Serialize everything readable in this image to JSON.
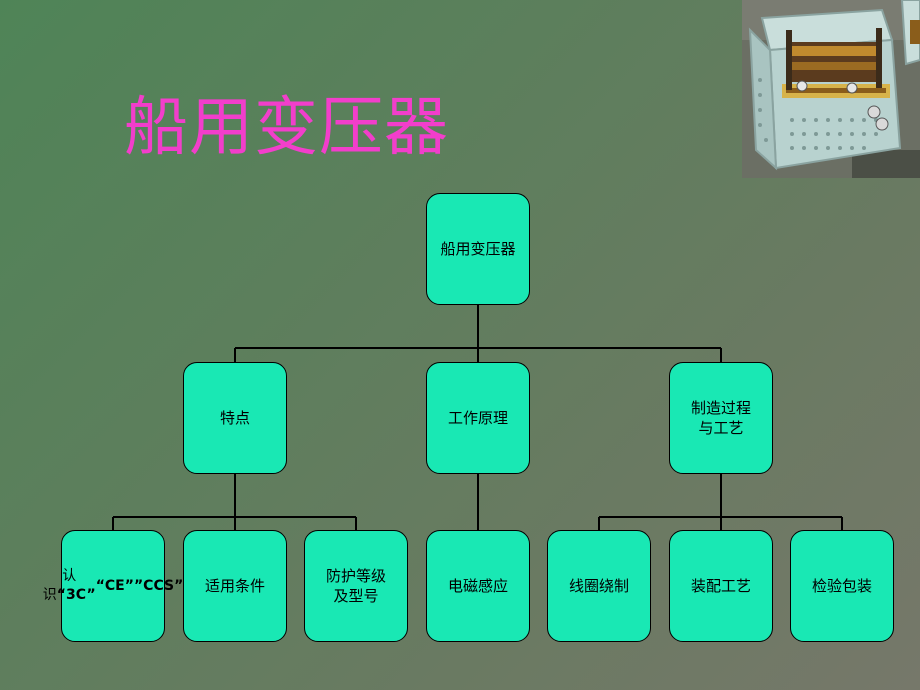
{
  "slide": {
    "title": "船用变压器"
  },
  "colors": {
    "title": "#f23ecb",
    "node_fill": "#19e8b4",
    "node_border": "#000000",
    "connector": "#000000"
  },
  "photo": {
    "icon": "transformer-photo"
  },
  "tree": {
    "root": "船用变压器",
    "level1": {
      "features": "特点",
      "principle": "工作原理",
      "process": "制造过程\n与工艺"
    },
    "level2": {
      "certification": "认识“3C”\n“CE””CCS”",
      "conditions": "适用条件",
      "protection": "防护等级\n及型号",
      "induction": "电磁感应",
      "winding": "线圈绕制",
      "assembly": "装配工艺",
      "inspection": "检验包装"
    }
  }
}
